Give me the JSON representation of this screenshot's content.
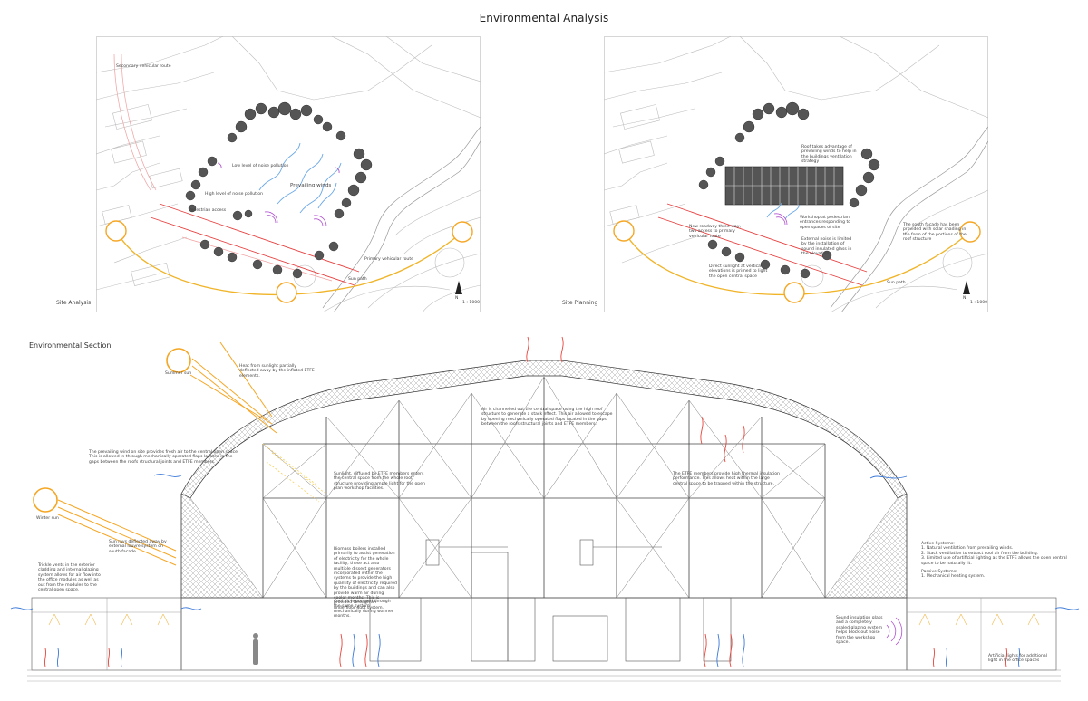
{
  "header": {
    "title": "Environmental Analysis"
  },
  "site_analysis": {
    "label": "Site Analysis",
    "scale": "1 : 1000",
    "north": "N",
    "notes": {
      "secondary_road": "Secondary vehicular route",
      "noise_low": "Low level of noise pollution",
      "noise_high": "High level of noise pollution",
      "prevailing": "Prevailing winds",
      "pedestrian": "Pedestrian access",
      "primary_road": "Primary vehicular route",
      "sun_path": "Sun path"
    }
  },
  "site_planning": {
    "label": "Site Planning",
    "scale": "1 : 1000",
    "north": "N",
    "notes": {
      "roof": "Roof takes advantage of prevailing winds to help in the buildings ventilation strategy",
      "acoustic": "Workshop at pedestrian entrances responding to open spaces of site",
      "external": "External noise is limited by the installation of sound insulated glass in the elevation",
      "shading": "The south facade has been provided with solar shading in the form of the portions of the roof structure",
      "new_road": "New roadway three way, two access to primary vehicular route",
      "direct": "Direct sunlight at vertical elevations is primed to light the open central space",
      "sun_path": "Sun path"
    }
  },
  "section": {
    "label": "Environmental Section",
    "summer_sun": "Summer sun",
    "winter_sun": "Winter sun",
    "notes": {
      "heat": "Heat from sunlight partially deflected away by the inflated ETFE elements.",
      "prevailing": "The prevailing wind on site provides fresh air to the central open space. This is allowed in through mechanically operated flaps located in the gaps between the roofs structural joints and ETFE members.",
      "air": "Air is channelled out the central space using the high roof structure to generate a stack effect. This air allowed to escape by opening mechanically operated flaps located in the gaps between the roofs structural joints and ETFE members.",
      "sunlight": "Sunlight, diffused by ETFE members enters the central space from the whole roof structure providing ample light for the open plan workshop facilities.",
      "etfe": "The ETFE members provide high thermal insulation performance. This allows heat within the large central space to be trapped within the structure.",
      "rays": "Sun rays deflected away by external louvre system on south facade.",
      "trickle": "Trickle vents in the exterior cladding and internal glazing system allows for air flow into the office modules as well as out from the modules to the central open space.",
      "biomass": "Biomass boilers installed primarily to assist generation of electricity for the whole facility, these act also multiple dissect generators incorporated within the systems to provide the high quantity of electricity required by the buildings and can also provide warm air during cooler months. This is provided through an underfloor duct system.",
      "cool": "Cool air is pumped through the same system mechanically during warmer months.",
      "sound": "Sound insulation glass and a completely sealed glazing system helps block out noise from the workshop space.",
      "artificial": "Artificial lights for additional light in the office spaces",
      "active_title": "Active Systems:",
      "active_1": "1. Natural ventilation from prevailing winds.",
      "active_2": "2. Stack ventilation to extract cool air from the building.",
      "active_3": "3. Limited use of artificial lighting as the ETFE allows the open central space to be naturally lit.",
      "passive_title": "Passive Systems:",
      "passive_1": "1. Mechanical heating system."
    }
  },
  "colors": {
    "sun": "#f5a623",
    "sun_path": "#f0b429",
    "road": "#e84040",
    "wind": "#4a90e2",
    "hot": "#e8443a",
    "cold": "#3a78d8",
    "noise": "#b04fd0"
  }
}
